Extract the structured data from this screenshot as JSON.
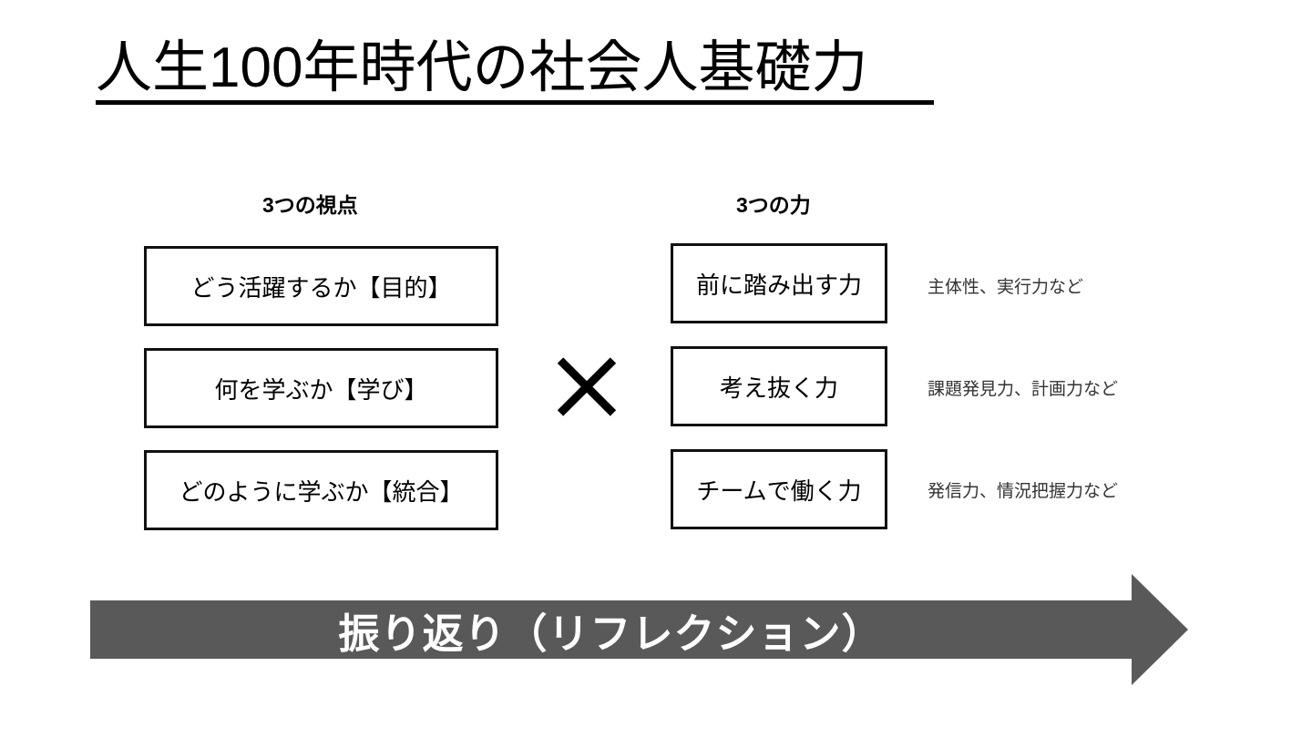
{
  "slide": {
    "title": "人生100年時代の社会人基礎力",
    "background_color": "#ffffff",
    "text_color": "#000000"
  },
  "columns": {
    "viewpoints_heading": "3つの視点",
    "abilities_heading": "3つの力"
  },
  "viewpoints": [
    {
      "label": "どう活躍するか【目的】"
    },
    {
      "label": "何を学ぶか【学び】"
    },
    {
      "label": "どのように学ぶか【統合】"
    }
  ],
  "operator": {
    "symbol": "×",
    "name": "multiply"
  },
  "abilities": [
    {
      "label": "前に踏み出す力",
      "note": "主体性、実行力など"
    },
    {
      "label": "考え抜く力",
      "note": "課題発見力、計画力など"
    },
    {
      "label": "チームで働く力",
      "note": "発信力、情況把握力など"
    }
  ],
  "reflection_arrow": {
    "label": "振り返り（リフレクション）",
    "fill_color": "#595959",
    "text_color": "#ffffff",
    "direction": "right"
  }
}
